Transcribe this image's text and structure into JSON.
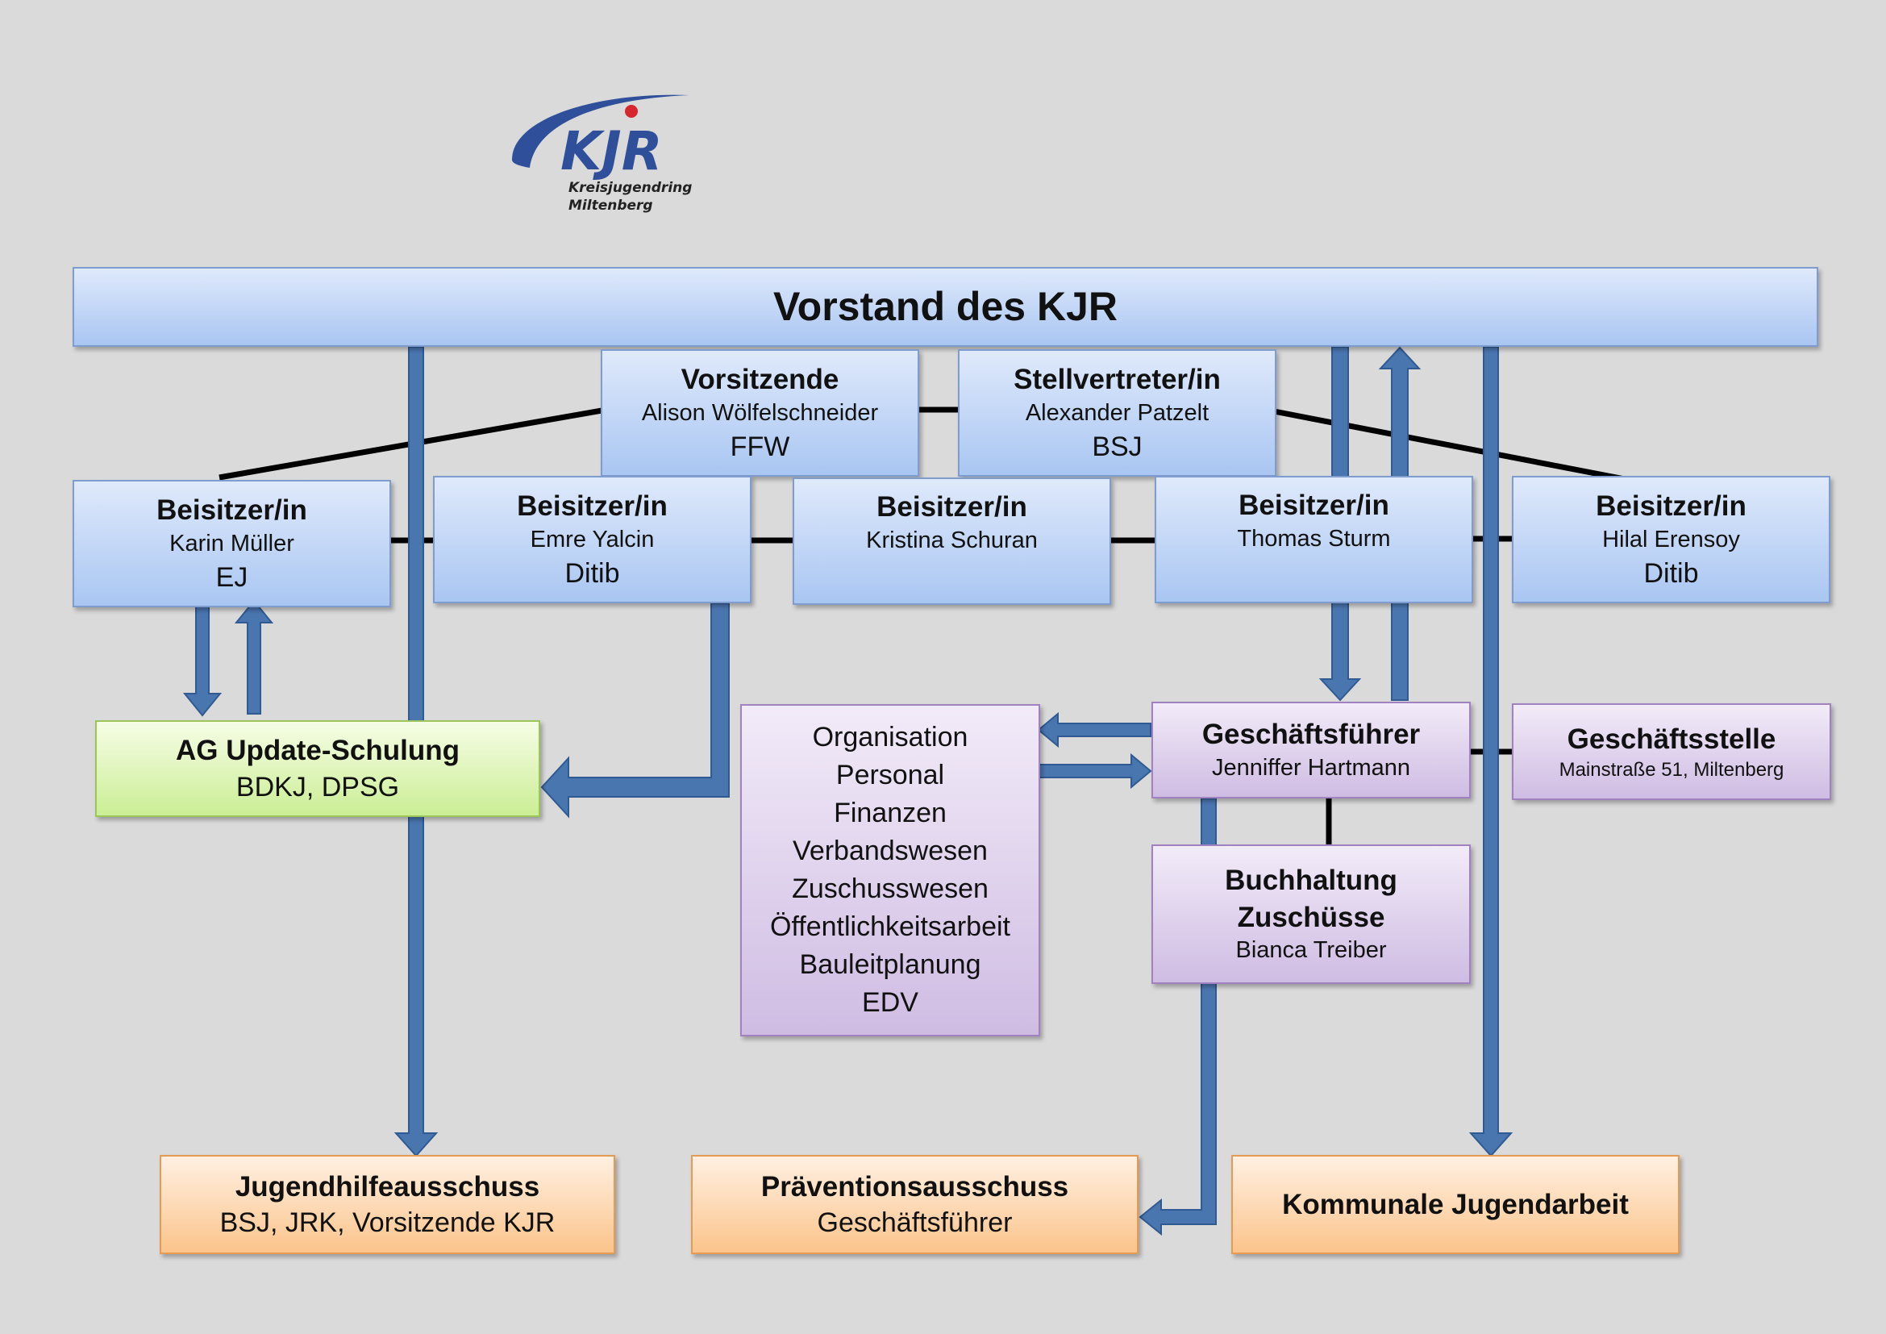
{
  "logo": {
    "letters": "KJR",
    "line1": "Kreisjugendring",
    "line2": "Miltenberg",
    "colors": {
      "swoosh": "#2f4f9a",
      "dot": "#d6262e"
    }
  },
  "vorstand": {
    "title": "Vorstand des KJR"
  },
  "vorsitzende": {
    "title": "Vorsitzende",
    "name": "Alison Wölfelschneider",
    "org": "FFW"
  },
  "stellvertreter": {
    "title": "Stellvertreter/in",
    "name": "Alexander Patzelt",
    "org": "BSJ"
  },
  "beisitzer": [
    {
      "title": "Beisitzer/in",
      "name": "Karin Müller",
      "org": "EJ"
    },
    {
      "title": "Beisitzer/in",
      "name": "Emre Yalcin",
      "org": "Ditib"
    },
    {
      "title": "Beisitzer/in",
      "name": "Kristina Schuran",
      "org": ""
    },
    {
      "title": "Beisitzer/in",
      "name": "Thomas Sturm",
      "org": ""
    },
    {
      "title": "Beisitzer/in",
      "name": "Hilal Erensoy",
      "org": "Ditib"
    }
  ],
  "ag_update": {
    "title": "AG Update-Schulung",
    "members": "BDKJ, DPSG"
  },
  "aufgaben": {
    "items": [
      "Organisation",
      "Personal",
      "Finanzen",
      "Verbandswesen",
      "Zuschusswesen",
      "Öffentlichkeitsarbeit",
      "Bauleitplanung",
      "EDV"
    ]
  },
  "geschaeftsfuehrer": {
    "title": "Geschäftsführer",
    "name": "Jenniffer Hartmann"
  },
  "geschaeftsstelle": {
    "title": "Geschäftsstelle",
    "address": "Mainstraße 51, Miltenberg"
  },
  "buchhaltung": {
    "title1": "Buchhaltung",
    "title2": "Zuschüsse",
    "name": "Bianca Treiber"
  },
  "jugendhilfe": {
    "title": "Jugendhilfeausschuss",
    "members": "BSJ, JRK, Vorsitzende KJR"
  },
  "praevention": {
    "title": "Präventionsausschuss",
    "members": "Geschäftsführer"
  },
  "kommunal": {
    "title": "Kommunale Jugendarbeit"
  },
  "colors": {
    "background": "#dadada",
    "blue_box": "#b7cff3",
    "purple_box": "#dccbe9",
    "green_box": "#d9f2b0",
    "orange_box": "#fcd3a8",
    "arrow": "#4a76b0",
    "arrow_outline": "#2f5a92",
    "connector": "#000000"
  }
}
